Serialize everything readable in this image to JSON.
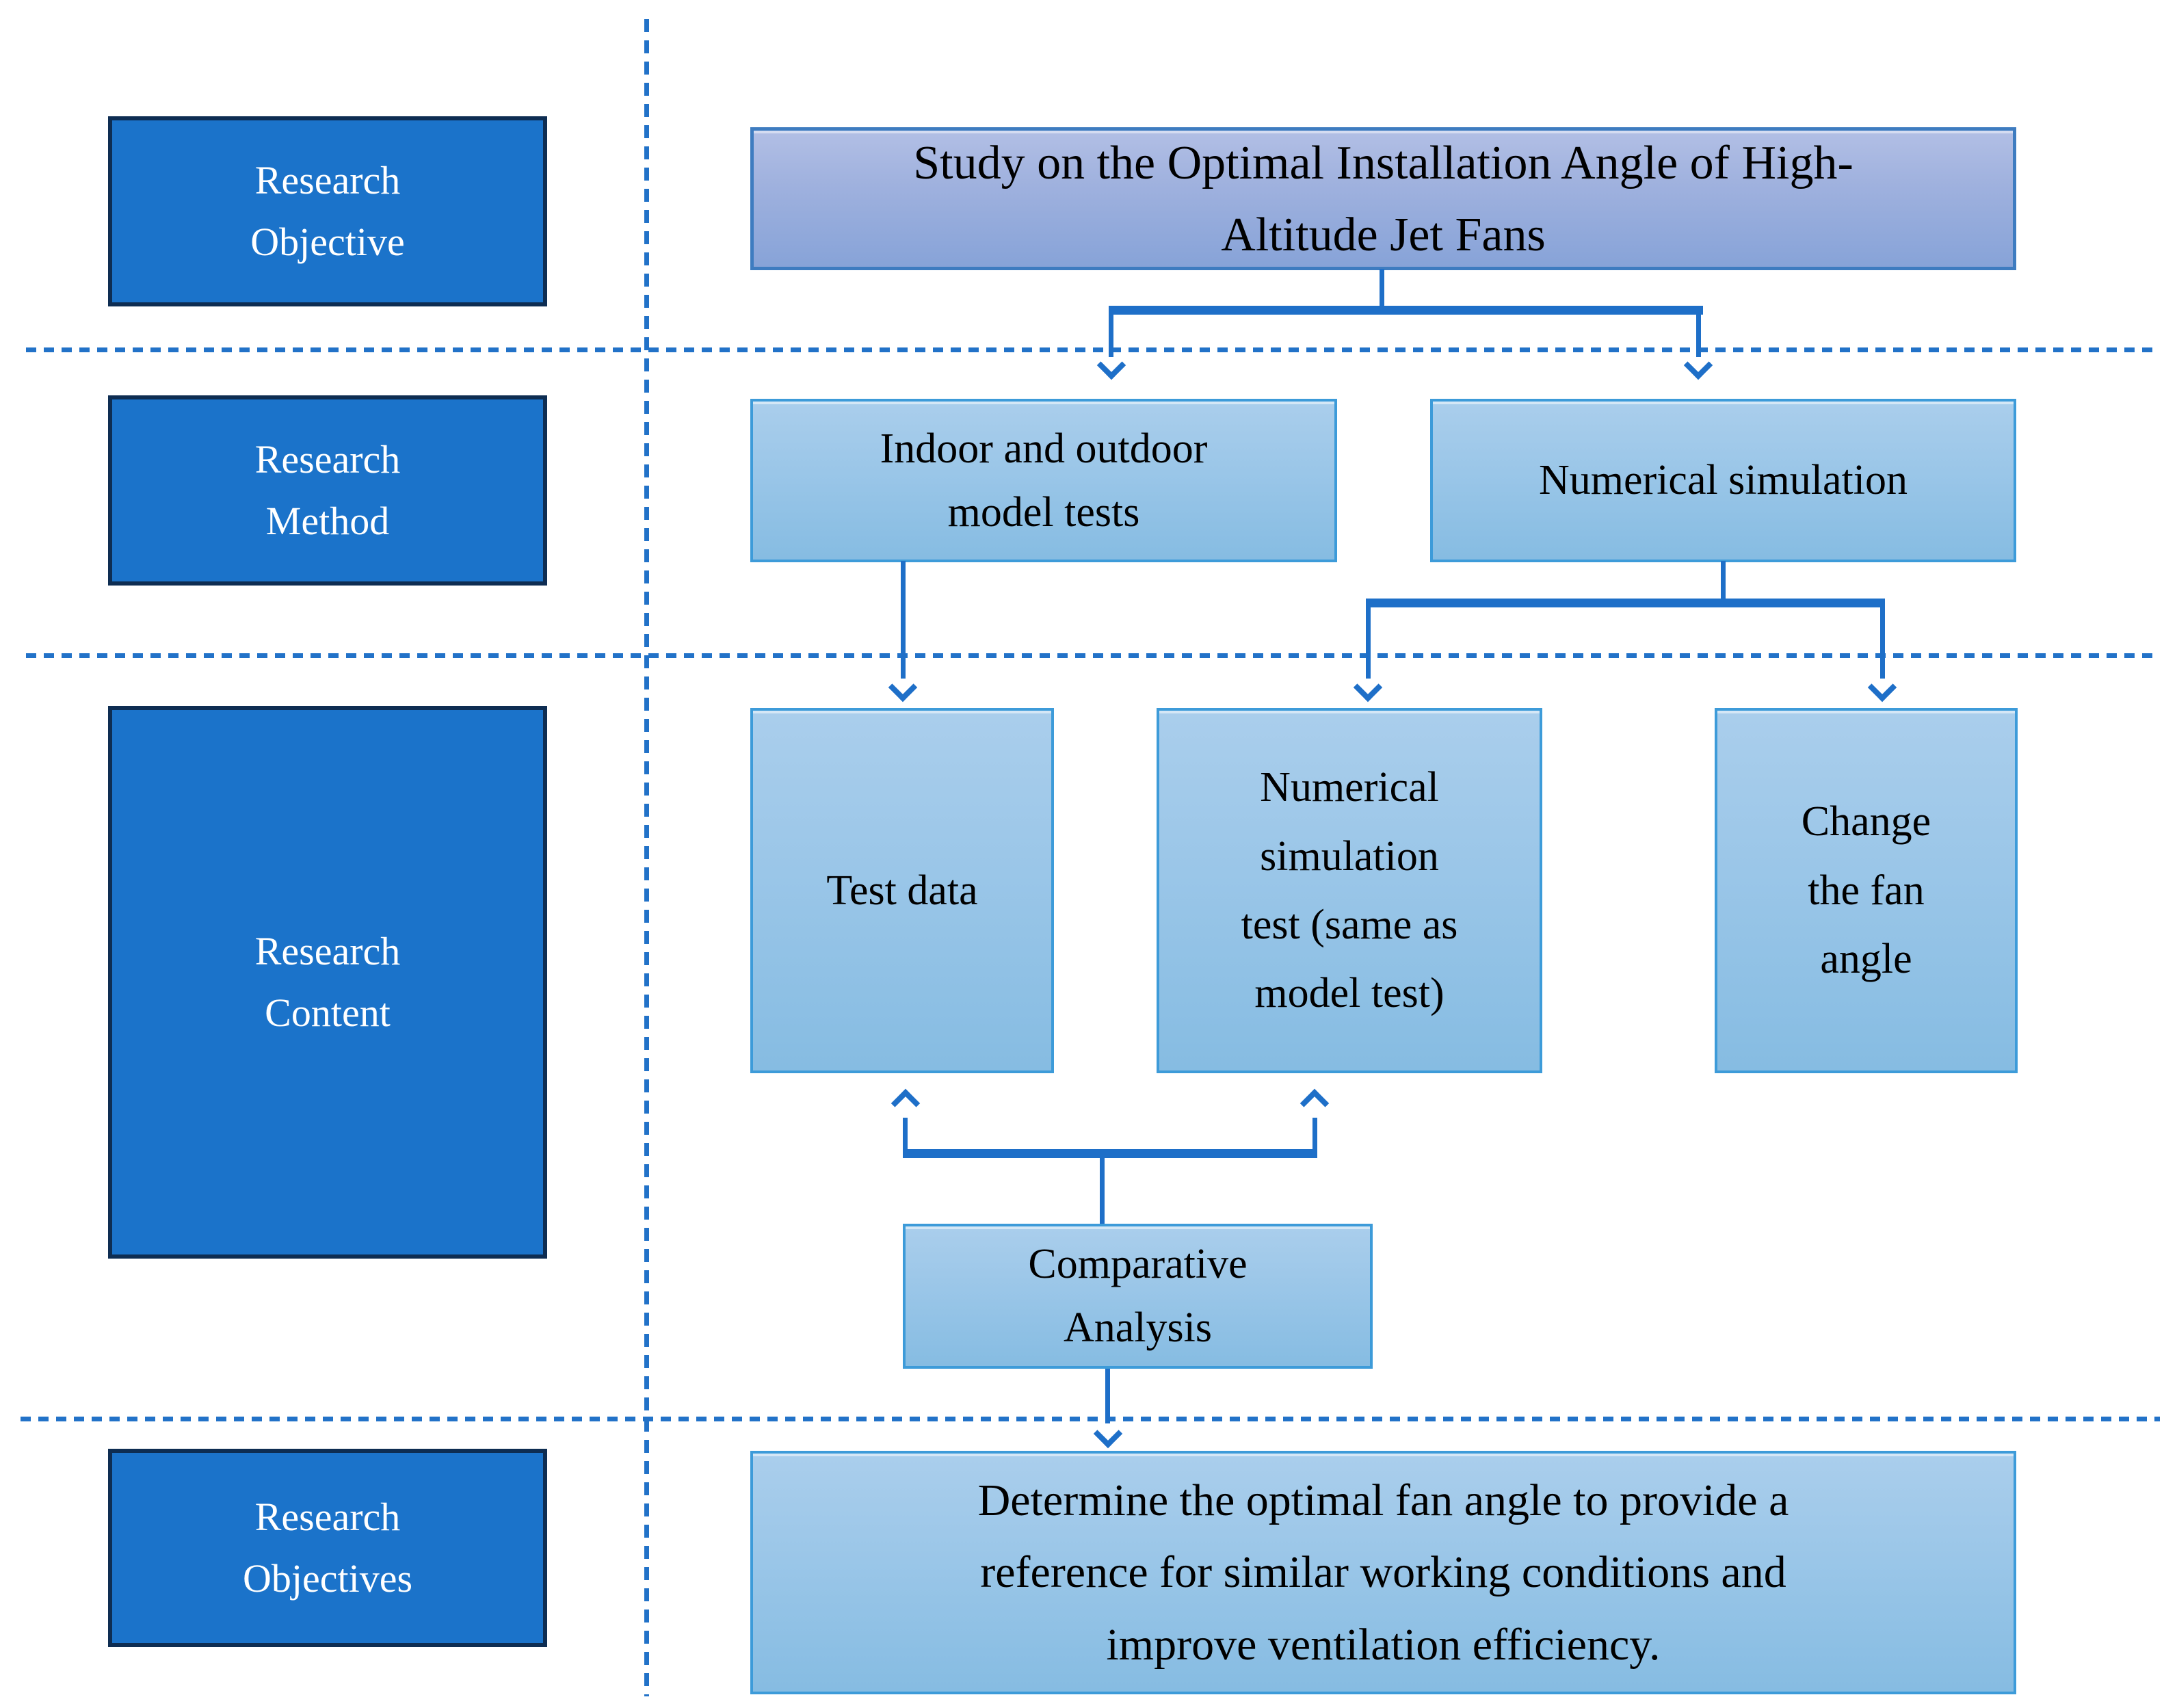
{
  "diagram": {
    "background": "#FFFFFF",
    "row_labels": [
      {
        "label": "Research Objective",
        "lines": [
          "Research",
          "Objective"
        ]
      },
      {
        "label": "Research Method",
        "lines": [
          "Research",
          "Method"
        ]
      },
      {
        "label": "Research Content",
        "lines": [
          "Research",
          "Content"
        ]
      },
      {
        "label": "Research Objectives",
        "lines": [
          "Research",
          "Objectives"
        ]
      }
    ],
    "nodes": {
      "title": {
        "text": "Study on the Optimal Installation Angle of High-Altitude Jet Fans",
        "lines": [
          "Study on the Optimal Installation Angle of High-",
          "Altitude Jet Fans"
        ]
      },
      "method_model_tests": {
        "text": "Indoor and outdoor model tests",
        "lines": [
          "Indoor and outdoor",
          "model tests"
        ]
      },
      "method_numerical_simulation": {
        "text": "Numerical simulation",
        "lines": [
          "Numerical simulation"
        ]
      },
      "content_test_data": {
        "text": "Test data",
        "lines": [
          "Test data"
        ]
      },
      "content_numerical_simulation_test": {
        "text": "Numerical simulation test (same as model test)",
        "lines": [
          "Numerical",
          "simulation",
          "test (same as",
          "model test)"
        ]
      },
      "content_change_fan_angle": {
        "text": "Change the fan angle",
        "lines": [
          "Change",
          "the fan",
          "angle"
        ]
      },
      "comparative_analysis": {
        "text": "Comparative Analysis",
        "lines": [
          "Comparative",
          "Analysis"
        ]
      },
      "outcome": {
        "text": "Determine the optimal fan angle to provide a reference for similar working conditions and improve ventilation efficiency.",
        "lines": [
          "Determine the optimal fan angle to provide a",
          "reference for similar working conditions and",
          "improve ventilation efficiency."
        ]
      }
    },
    "colors": {
      "dark_box_fill": "#1B73CA",
      "dark_box_border": "#0E2D52",
      "dark_box_text": "#FFFFFF",
      "light_box_fill_top": "#AACEEC",
      "light_box_fill_bottom": "#86BCE2",
      "light_box_border": "#3D9BD9",
      "title_fill_top": "#B2BFE5",
      "title_fill_bottom": "#87A3D8",
      "title_border": "#3E7CC0",
      "connector": "#1E6FC8",
      "divider": "#2272C8",
      "node_text": "#000000"
    }
  }
}
